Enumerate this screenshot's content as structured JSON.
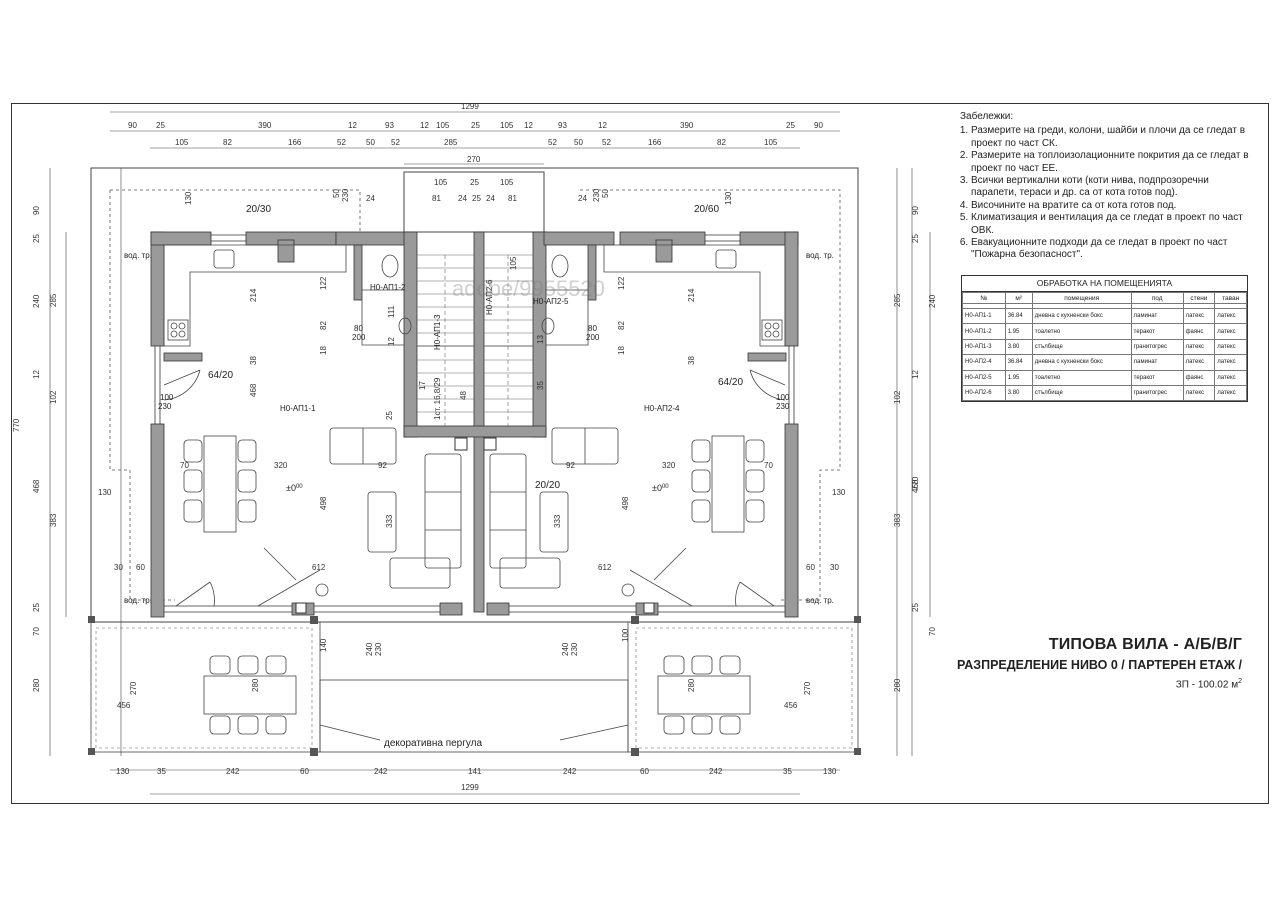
{
  "dims": {
    "overall_top": "1299",
    "overall_bottom": "1299",
    "top_row1": [
      "90",
      "25",
      "390",
      "12",
      "93",
      "12",
      "105",
      "25",
      "105",
      "12",
      "93",
      "12",
      "390",
      "25",
      "90"
    ],
    "top_row2": [
      "105",
      "82",
      "166",
      "52",
      "50",
      "52",
      "285",
      "52",
      "50",
      "52",
      "166",
      "82",
      "105"
    ],
    "top_stair": "270",
    "stair_row": [
      "105",
      "25",
      "105"
    ],
    "stair_sub": [
      "81",
      "24",
      "25",
      "24",
      "81"
    ],
    "bottom_row": [
      "130",
      "35",
      "242",
      "60",
      "242",
      "141",
      "242",
      "60",
      "242",
      "35",
      "130"
    ],
    "left_outer": [
      "90",
      "25",
      "240",
      "12",
      "468",
      "25",
      "70",
      "280"
    ],
    "left_inner": [
      "285",
      "102",
      "383"
    ],
    "left_total": "770",
    "right_outer": [
      "90",
      "25",
      "240",
      "12",
      "468",
      "25",
      "70",
      "280"
    ],
    "right_inner": [
      "285",
      "102",
      "383"
    ],
    "right_total": "770"
  },
  "plan_labels": {
    "room_l1": "Н0-АП1-1",
    "room_l2": "Н0-АП1-2",
    "room_l3": "Н0-АП1-3",
    "room_r4": "Н0-АП2-4",
    "room_r5": "Н0-АП2-5",
    "room_r6": "Н0-АП2-6",
    "col_tl": "20/30",
    "col_tr": "20/60",
    "col_ml": "64/20",
    "col_mr": "64/20",
    "col_c": "20/20",
    "door_100": "100",
    "door_230": "230",
    "door_80": "80",
    "door_200": "200",
    "level": "±0",
    "level_sup": "00",
    "water": "вод. тр.",
    "pergola": "декоративна пергула",
    "inner": [
      "130",
      "50",
      "230",
      "24",
      "214",
      "122",
      "82",
      "18",
      "38",
      "468",
      "320",
      "70",
      "498",
      "612",
      "130",
      "333",
      "92",
      "25",
      "456",
      "270",
      "280",
      "140",
      "240",
      "230",
      "100",
      "30",
      "60",
      "111",
      "12",
      "35",
      "48",
      "17",
      "13",
      "1ст. 16,8/29",
      "105"
    ]
  },
  "notes": {
    "title": "Забележки:",
    "items": [
      "Размерите на греди, колони, шайби и плочи да се гледат в проект по част СК.",
      "Размерите на топлоизолационните покрития да се гледат в проект по част ЕЕ.",
      "Всички вертикални коти (коти нива, подпрозоречни парапети, тераси и др. са от кота готов под).",
      "Височините на вратите са от кота готов под.",
      "Климатизация и вентилация да се гледат в проект по част ОВК.",
      "Евакуационните подходи да се гледат в проект по част \"Пожарна безопасност\"."
    ]
  },
  "finish": {
    "caption": "ОБРАБОТКА НА ПОМЕЩЕНИЯТА",
    "headers": [
      "№",
      "м²",
      "помещения",
      "под",
      "стени",
      "таван"
    ],
    "rows": [
      [
        "Н0-АП1-1",
        "36.84",
        "дневна с кухненски бокс",
        "ламинат",
        "латекс",
        "латекс"
      ],
      [
        "Н0-АП1-2",
        "1.95",
        "тоалетно",
        "теракот",
        "фаянс",
        "латекс"
      ],
      [
        "Н0-АП1-3",
        "3.80",
        "стълбище",
        "гранитогрес",
        "латекс",
        "латекс"
      ],
      [
        "Н0-АП2-4",
        "36.84",
        "дневна с кухненски бокс",
        "ламинат",
        "латекс",
        "латекс"
      ],
      [
        "Н0-АП2-5",
        "1.95",
        "тоалетно",
        "теракот",
        "фаянс",
        "латекс"
      ],
      [
        "Н0-АП2-6",
        "3.80",
        "стълбище",
        "гранитогрес",
        "латекс",
        "латекс"
      ]
    ]
  },
  "title": {
    "main": "ТИПОВА ВИЛА - А/Б/В/Г",
    "sub": "РАЗПРЕДЕЛЕНИЕ НИВО 0  / ПАРТЕРЕН ЕТАЖ /",
    "area": "ЗП - 100.02",
    "area_unit": "м",
    "area_sup": "2"
  },
  "watermark": "adobe/9955520"
}
